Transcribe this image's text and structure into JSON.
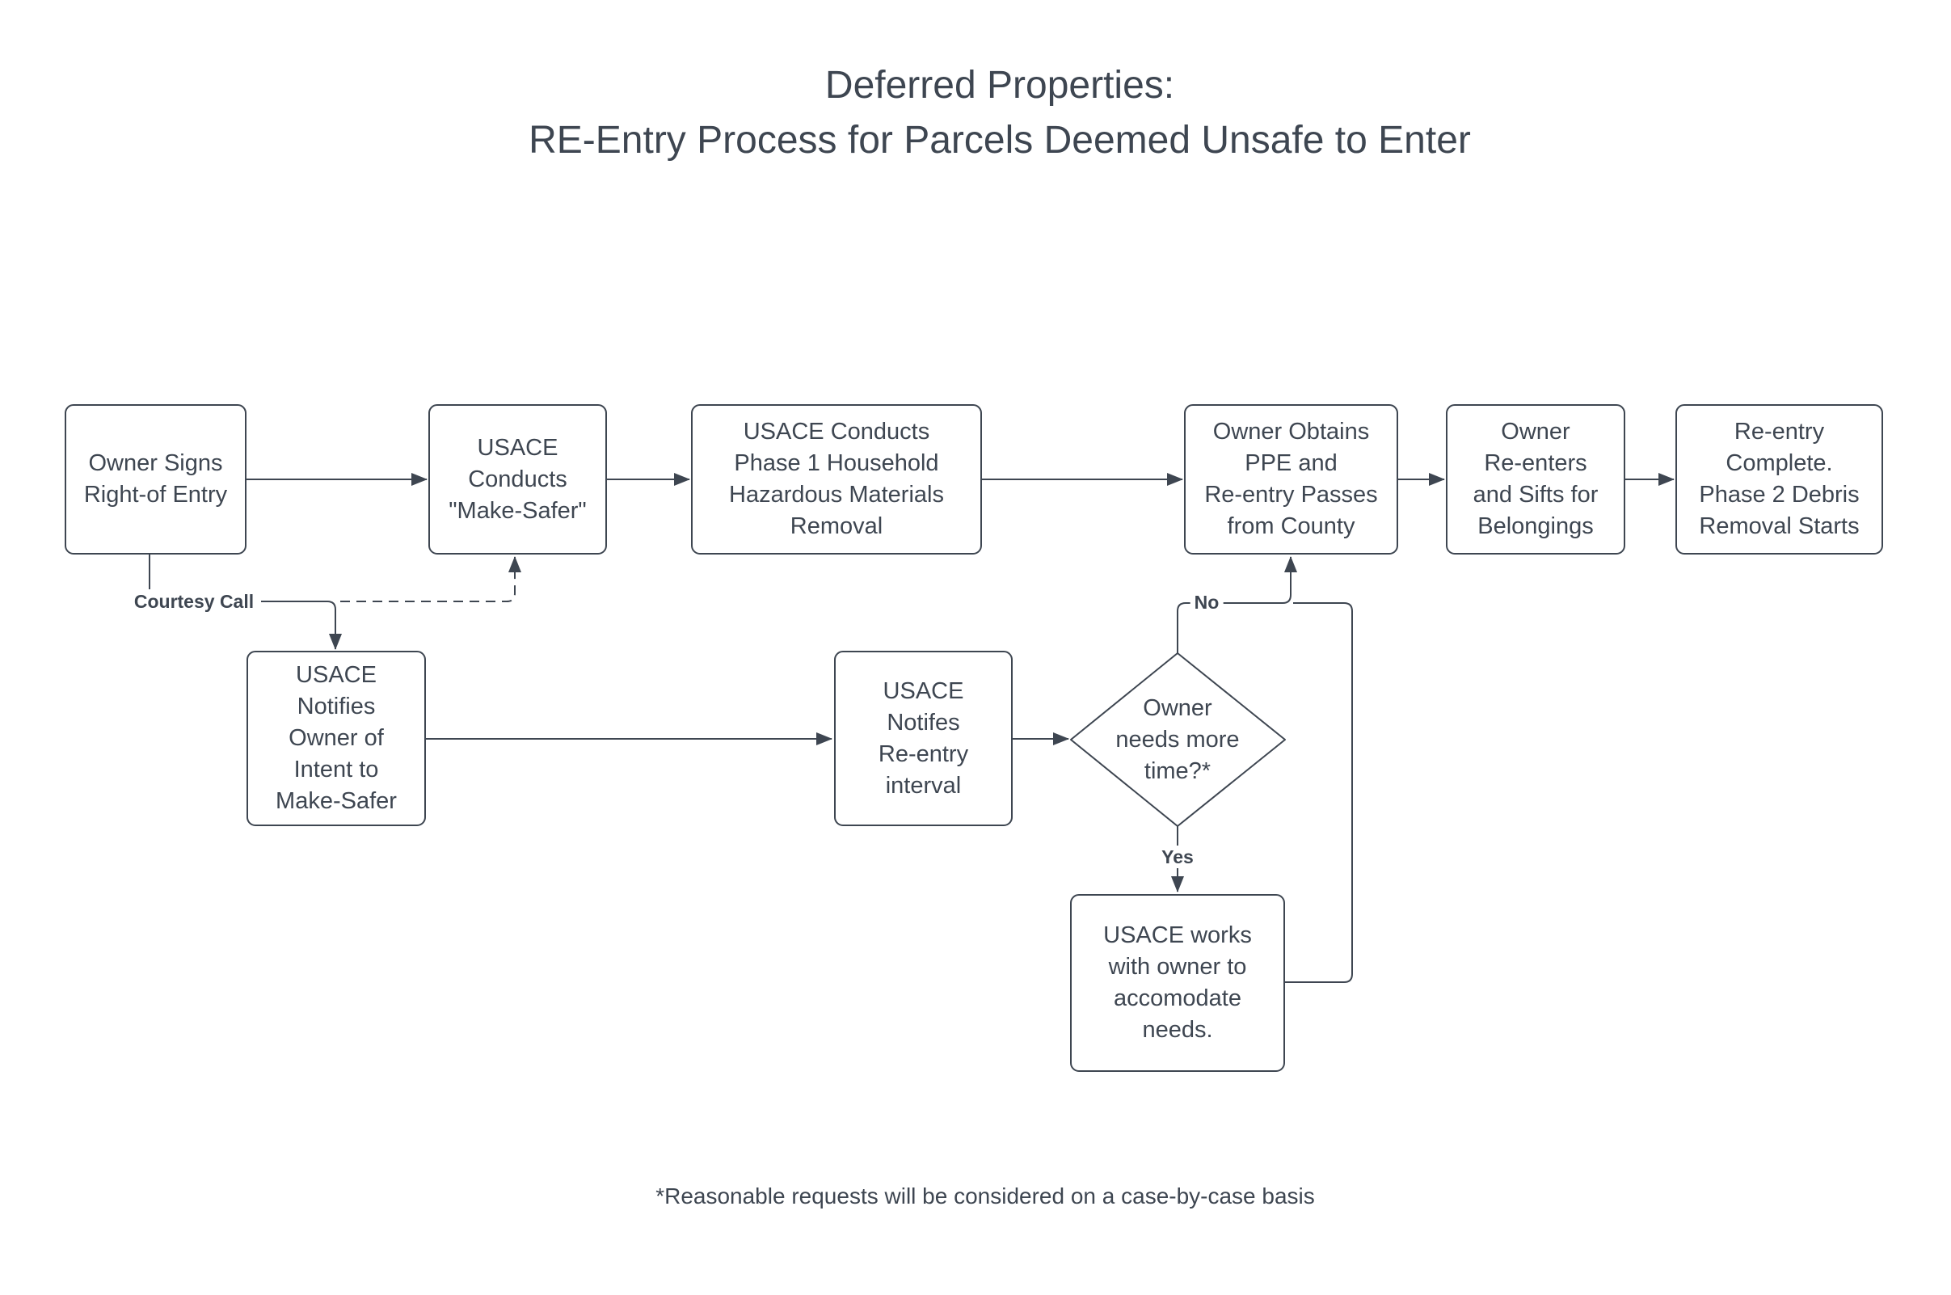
{
  "title": {
    "line1": "Deferred Properties:",
    "line2": "RE-Entry Process for Parcels Deemed Unsafe to Enter"
  },
  "nodes": {
    "owner_signs": "Owner Signs\nRight-of Entry",
    "make_safer": "USACE\nConducts\n\"Make-Safer\"",
    "phase1": "USACE Conducts\nPhase 1 Household\nHazardous Materials\nRemoval",
    "ppe": "Owner Obtains\nPPE and\nRe-entry Passes\nfrom County",
    "sifts": "Owner\nRe-enters\nand Sifts for\nBelongings",
    "complete": "Re-entry\nComplete.\nPhase 2 Debris\nRemoval Starts",
    "notifies_owner": "USACE\nNotifies\nOwner of\nIntent to\nMake-Safer",
    "notifes_interval": "USACE\nNotifes\nRe-entry\ninterval",
    "decision": "Owner\nneeds more\ntime?*",
    "works": "USACE works\nwith owner to\naccomodate\nneeds."
  },
  "edge_labels": {
    "courtesy": "Courtesy Call",
    "no": "No",
    "yes": "Yes"
  },
  "footnote": "*Reasonable requests will be considered on a case-by-case basis",
  "colors": {
    "ink": "#3E4651",
    "background": "#FFFFFF"
  }
}
